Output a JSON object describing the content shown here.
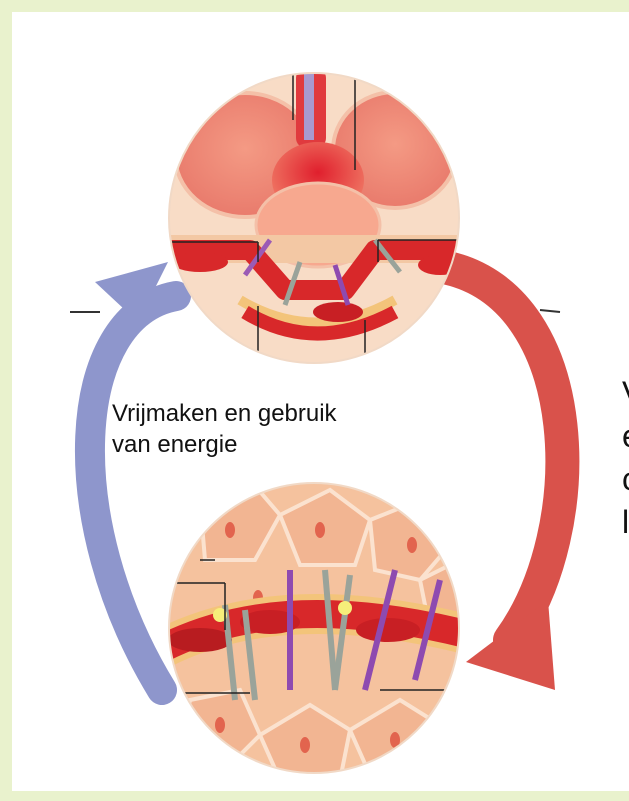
{
  "labels": {
    "caption": "Vrijmaken en gebruik van energie",
    "clipped_letters": [
      "V",
      "e",
      "c",
      "l"
    ]
  },
  "colors": {
    "frame": "#e9f2cd",
    "return_arrow": "#8e96cc",
    "supply_arrow": "#d9524b",
    "tissue": "#f5c29e",
    "vessel": "#d8282a"
  }
}
